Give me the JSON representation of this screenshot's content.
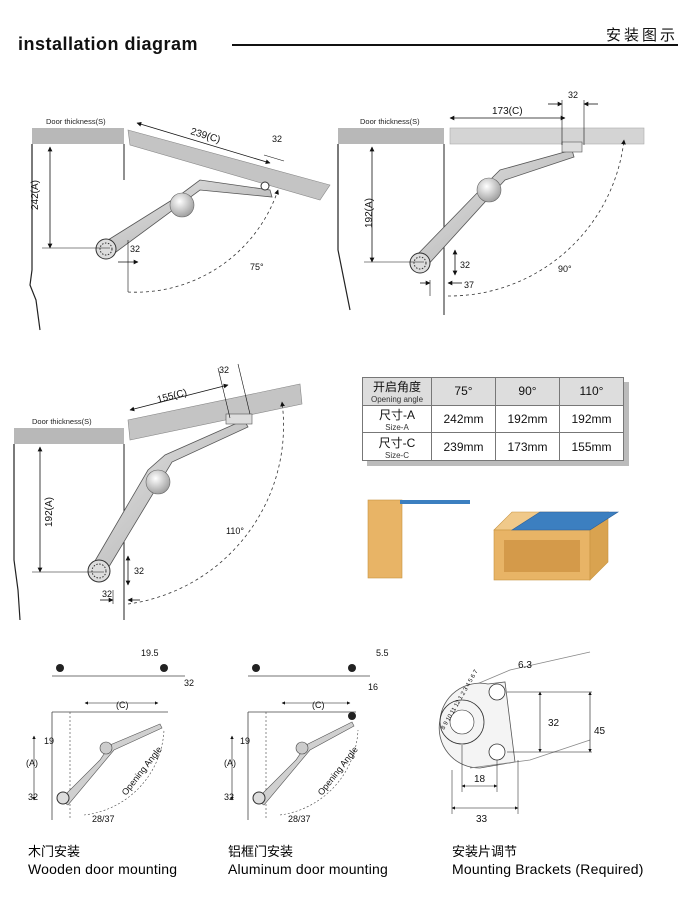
{
  "header": {
    "title": "installation diagram",
    "cn_title": "安装图示"
  },
  "diagram75": {
    "door_thickness": "Door thickness(S)",
    "c_label": "239(C)",
    "a_label": "242(A)",
    "dim32_top": "32",
    "dim32_bottom": "32",
    "angle": "75°"
  },
  "diagram90": {
    "door_thickness": "Door thickness(S)",
    "c_label": "173(C)",
    "a_label": "192(A)",
    "dim32_top": "32",
    "dim32_right": "32",
    "dim37": "37",
    "angle": "90°"
  },
  "diagram110": {
    "door_thickness": "Door thickness(S)",
    "c_label": "155(C)",
    "a_label": "192(A)",
    "dim32_top": "32",
    "dim32_right": "32",
    "dim32_bottom": "32",
    "angle": "110°"
  },
  "table": {
    "header_cn": "开启角度",
    "header_en": "Opening angle",
    "angles": [
      "75°",
      "90°",
      "110°"
    ],
    "rows": [
      {
        "label_cn": "尺寸-A",
        "label_en": "Size-A",
        "values": [
          "242mm",
          "192mm",
          "192mm"
        ]
      },
      {
        "label_cn": "尺寸-C",
        "label_en": "Size-C",
        "values": [
          "239mm",
          "173mm",
          "155mm"
        ]
      }
    ]
  },
  "wooden": {
    "dim_19_5": "19.5",
    "dim_32": "32",
    "c_label": "(C)",
    "dim_19": "19",
    "a_label": "(A)",
    "dim_32_left": "32",
    "opening_angle": "Opening Angle",
    "dim_28_37": "28/37",
    "caption_cn": "木门安装",
    "caption_en": "Wooden door mounting"
  },
  "aluminum": {
    "dim_5_5": "5.5",
    "dim_16": "16",
    "c_label": "(C)",
    "dim_19": "19",
    "a_label": "(A)",
    "dim_32_left": "32",
    "opening_angle": "Opening Angle",
    "dim_28_37": "28/37",
    "caption_cn": "铝框门安装",
    "caption_en": "Aluminum door mounting"
  },
  "bracket": {
    "dim_6_3": "6.3",
    "dim_32": "32",
    "dim_45": "45",
    "dim_18": "18",
    "dim_33": "33",
    "dial": "8 9 10 11 12 1 2 3 4 5 6 7",
    "caption_cn": "安装片调节",
    "caption_en": "Mounting Brackets (Required)"
  },
  "colors": {
    "panel": "#b8b8b8",
    "arm": "#c8c8c8",
    "cabinet_wood": "#e8b466",
    "door_blue": "#3c7fc0"
  }
}
